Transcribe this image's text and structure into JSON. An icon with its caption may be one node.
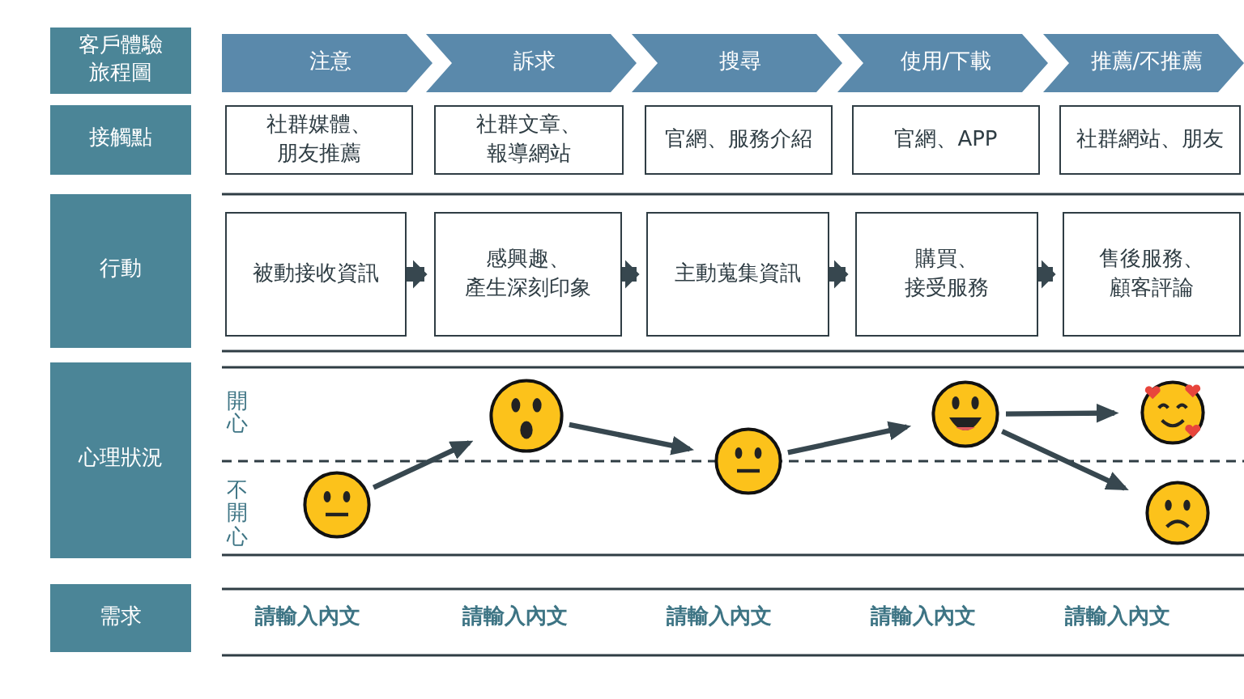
{
  "diagram": {
    "nodes": [
      {
        "text": [
          "客戶體驗旅程圖"
        ]
      },
      {
        "text": [
          "接觸點"
        ]
      },
      {
        "text": [
          "行動"
        ]
      },
      {
        "text": [
          "心理狀況"
        ]
      },
      {
        "text": [
          "需求"
        ]
      },
      {
        "text": [
          "注意"
        ]
      },
      {
        "text": [
          "訴求"
        ]
      },
      {
        "text": [
          "搜尋"
        ]
      },
      {
        "text": [
          "使用/下載"
        ]
      },
      {
        "text": [
          "推薦/不推薦"
        ]
      },
      {
        "text": [
          "社群媒體、朋友推薦"
        ]
      },
      {
        "text": [
          "社群文章、報導網站"
        ]
      },
      {
        "text": [
          "官網、服務介紹"
        ]
      },
      {
        "text": [
          "官網、APP"
        ]
      },
      {
        "text": [
          "社群網站、朋友"
        ]
      },
      {
        "text": [
          "被動接收資訊"
        ]
      },
      {
        "text": [
          "感興趣、產生深刻印象"
        ]
      },
      {
        "text": [
          "主動蒐集資訊"
        ]
      },
      {
        "text": [
          "購買、接受服務"
        ]
      },
      {
        "text": [
          "售後服務、顧客評論"
        ]
      },
      {
        "text": [],
        "shape": "picture"
      },
      {
        "text": [],
        "shape": "picture"
      },
      {
        "text": [],
        "shape": "picture"
      },
      {
        "text": [],
        "shape": "picture"
      },
      {
        "text": [],
        "shape": "picture"
      },
      {
        "text": [],
        "shape": "picture"
      }
    ],
    "edges": [
      {
        "from": 15,
        "to": 16,
        "arrow": "to",
        "style": "thick"
      },
      {
        "from": 16,
        "to": 17,
        "arrow": "to",
        "style": "thick"
      },
      {
        "from": 17,
        "to": 18,
        "arrow": "to",
        "style": "thick"
      },
      {
        "from": 18,
        "to": 19,
        "arrow": "to",
        "style": "thick"
      },
      {
        "from": 20,
        "to": 21,
        "arrow": "to"
      },
      {
        "from": 21,
        "to": 22,
        "arrow": "to"
      },
      {
        "from": 22,
        "to": 23,
        "arrow": "to"
      },
      {
        "from": 23,
        "to": 24,
        "arrow": "to"
      },
      {
        "from": 23,
        "to": 25,
        "arrow": "to"
      }
    ],
    "labels": [
      "開心",
      "不開心",
      "請輸入內文",
      "請輸入內文",
      "請輸入內文",
      "請輸入內文",
      "請輸入內文"
    ]
  }
}
